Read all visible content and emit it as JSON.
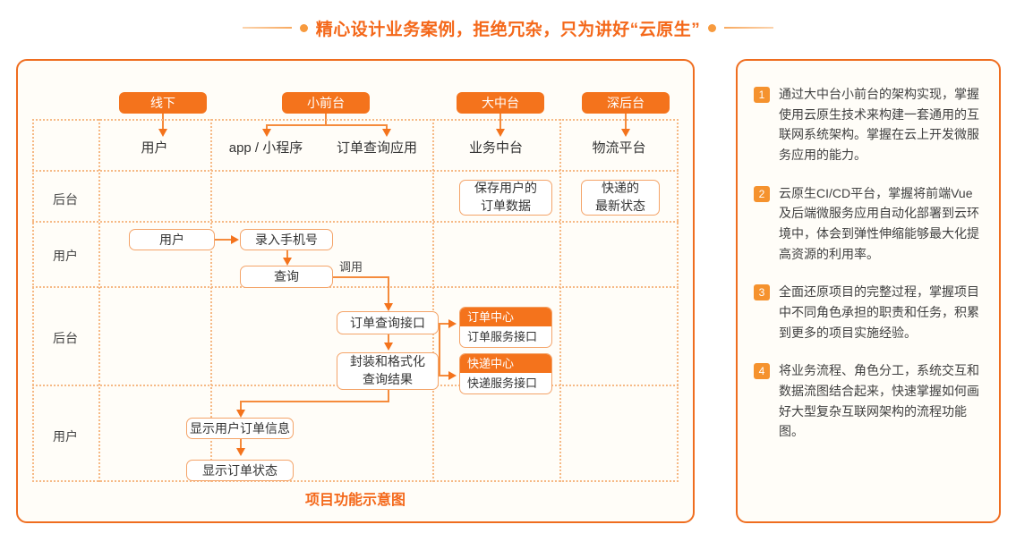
{
  "header": {
    "title": "精心设计业务案例，拒绝冗杂，只为讲好“云原生”"
  },
  "diagram": {
    "caption": "项目功能示意图",
    "badges": [
      {
        "label": "线下"
      },
      {
        "label": "小前台"
      },
      {
        "label": "大中台"
      },
      {
        "label": "深后台"
      }
    ],
    "column_headers": [
      {
        "label": "用户"
      },
      {
        "label": "app / 小程序"
      },
      {
        "label": "订单查询应用"
      },
      {
        "label": "业务中台"
      },
      {
        "label": "物流平台"
      }
    ],
    "row_labels": [
      {
        "label": "后台"
      },
      {
        "label": "用户"
      },
      {
        "label": "后台"
      },
      {
        "label": "用户"
      }
    ],
    "nodes": {
      "store_order_data": "保存用户的\n订单数据",
      "store_order_data_l1": "保存用户的",
      "store_order_data_l2": "订单数据",
      "express_status_l1": "快递的",
      "express_status_l2": "最新状态",
      "user": "用户",
      "input_phone": "录入手机号",
      "query": "查询",
      "order_query_api": "订单查询接口",
      "format_result_l1": "封装和格式化",
      "format_result_l2": "查询结果",
      "show_order_info": "显示用户订单信息",
      "show_order_status": "显示订单状态"
    },
    "services": [
      {
        "head": "订单中心",
        "body": "订单服务接口"
      },
      {
        "head": "快递中心",
        "body": "快递服务接口"
      }
    ],
    "edge_labels": [
      {
        "label": "调用"
      }
    ]
  },
  "notes": [
    {
      "num": "1",
      "text": "通过大中台小前台的架构实现，掌握使用云原生技术来构建一套通用的互联网系统架构。掌握在云上开发微服务应用的能力。"
    },
    {
      "num": "2",
      "text": "云原生CI/CD平台，掌握将前端Vue及后端微服务应用自动化部署到云环境中，体会到弹性伸缩能够最大化提高资源的利用率。"
    },
    {
      "num": "3",
      "text": "全面还原项目的完整过程，掌握项目中不同角色承担的职责和任务，积累到更多的项目实施经验。"
    },
    {
      "num": "4",
      "text": "将业务流程、角色分工，系统交互和数据流图结合起来，快速掌握如何画好大型复杂互联网架构的流程功能图。"
    }
  ],
  "colors": {
    "brand": "#f4731c",
    "border": "#ef6d1f",
    "grid": "#f6b985",
    "panel_bg": "#fffdf8"
  }
}
